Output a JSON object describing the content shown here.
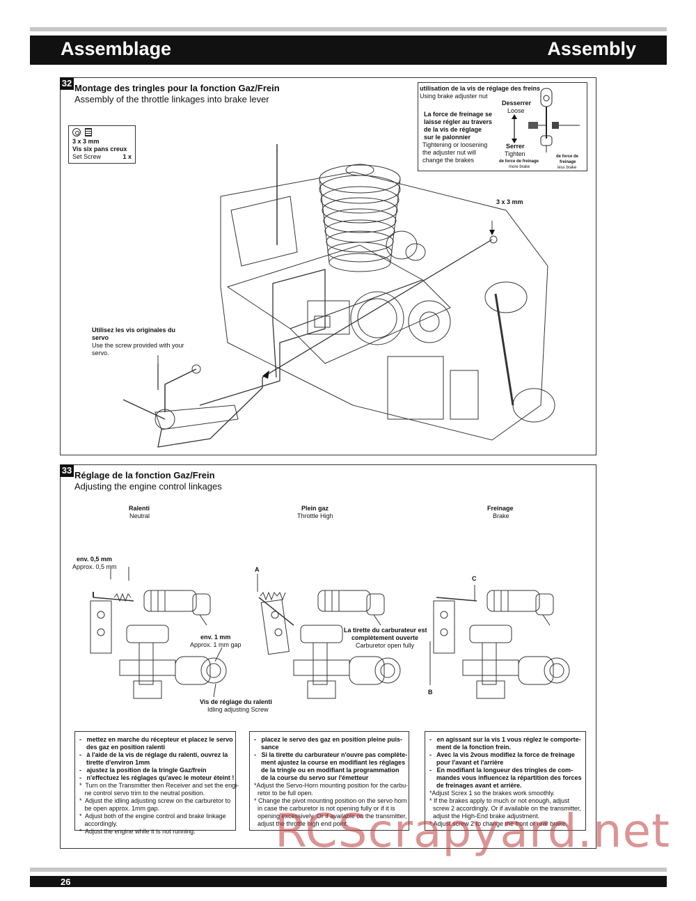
{
  "header": {
    "left_title": "Assemblage",
    "right_title": "Assembly"
  },
  "step32": {
    "number": "32",
    "title": "Montage des tringles pour la fonction Gaz/Frein",
    "subtitle": "Assembly of the throttle linkages into brake lever",
    "part": {
      "size": "3 x 3 mm",
      "name_fr": "Vis six pans creux",
      "name_en": "Set Screw",
      "qty": "1 x"
    },
    "inset": {
      "title_fr": "utilisation de la vis de réglage des freins",
      "title_en": "Using brake adjuster nut",
      "desc_fr_1": "La force de freinage se",
      "desc_fr_2": "laisse régler au travers",
      "desc_fr_3": "de la vis de réglage",
      "desc_fr_4": "sur le palonnier",
      "desc_en_1": "Tightening or loosening",
      "desc_en_2": "the adjuster nut will",
      "desc_en_3": "change the brakes",
      "loosen_fr": "Desserrer",
      "loosen_en": "Loose",
      "tighten_fr": "Serrer",
      "tighten_en": "Tighten",
      "more_fr": "de force de freinage",
      "more_en": "more brake",
      "less_fr_1": "de force de",
      "less_fr_2": "freinage",
      "less_en": "less brake"
    },
    "screw_label": "3 x 3 mm",
    "servo_note_fr_1": "Utilisez les vis originales du",
    "servo_note_fr_2": "servo",
    "servo_note_en_1": "Use the screw provided with your",
    "servo_note_en_2": "servo."
  },
  "step33": {
    "number": "33",
    "title": "Réglage de la fonction Gaz/Frein",
    "subtitle": "Adjusting the engine control linkages",
    "col1": {
      "fr": "Ralenti",
      "en": "Neutral"
    },
    "col2": {
      "fr": "Plein gaz",
      "en": "Throttle High"
    },
    "col3": {
      "fr": "Freinage",
      "en": "Brake"
    },
    "gap05_fr": "env. 0,5 mm",
    "gap05_en": "Approx. 0,5 mm",
    "gap1_fr": "env. 1 mm",
    "gap1_en": "Approx. 1 mm gap",
    "idle_fr": "Vis de réglage du ralenti",
    "idle_en": "Idling adjusting Screw",
    "open_fr_1": "La tirette du carburateur est",
    "open_fr_2": "complètement ouverte",
    "open_en": "Carburetor open fully",
    "label_a": "A",
    "label_b": "B",
    "label_c": "C",
    "note1": [
      {
        "b": true,
        "t": "-   mettez en marche du récepteur et placez le servo"
      },
      {
        "b": true,
        "t": "    des gaz en position ralenti"
      },
      {
        "b": true,
        "t": "-   à l'aide de la vis de réglage du ralenti, ouvrez la"
      },
      {
        "b": true,
        "t": "    tirette d'environ 1mm"
      },
      {
        "b": true,
        "t": "-   ajustez la position de la tringle Gaz/frein"
      },
      {
        "b": true,
        "t": "-   n'effectuez les réglages qu'avec le moteur éteint !"
      },
      {
        "b": false,
        "t": "*  Turn on the Transmitter then Receiver and set the engi-"
      },
      {
        "b": false,
        "t": "   ne control servo trim to the neutral position."
      },
      {
        "b": false,
        "t": "*  Adjust the idling adjusting screw on the carburetor to"
      },
      {
        "b": false,
        "t": "   be open approx. 1mm gap."
      },
      {
        "b": false,
        "t": "*  Adjust both of the engine control and brake linkage"
      },
      {
        "b": false,
        "t": "   accordingly."
      },
      {
        "b": false,
        "t": "*  Adjust the engine while it is not running."
      }
    ],
    "note2": [
      {
        "b": true,
        "t": "-   placez le servo des gaz en position pleine puis-"
      },
      {
        "b": true,
        "t": "    sance"
      },
      {
        "b": true,
        "t": "-   Si la tirette du carburateur n'ouvre pas complète-"
      },
      {
        "b": true,
        "t": "    ment ajustez la course en modifiant les réglages"
      },
      {
        "b": true,
        "t": "    de la tringle ou en modifiant la programmation"
      },
      {
        "b": true,
        "t": "    de la course du servo sur l'émetteur"
      },
      {
        "b": false,
        "t": "*Adjust the Servo-Horn mounting position for the carbu-"
      },
      {
        "b": false,
        "t": "  retor to be full open."
      },
      {
        "b": false,
        "t": "* Change the pivot mounting position on the servo horn"
      },
      {
        "b": false,
        "t": "  in case the carburetor is not opening fully or if it is"
      },
      {
        "b": false,
        "t": "  opening excessively. Or if available on the transmitter,"
      },
      {
        "b": false,
        "t": "  adjust the throttle high end point."
      }
    ],
    "note3": [
      {
        "b": true,
        "t": "-   en agissant sur la vis 1 vous réglez le comporte-"
      },
      {
        "b": true,
        "t": "    ment de la fonction frein."
      },
      {
        "b": true,
        "t": "-   Avec la vis 2vous modifiez la force de freinage"
      },
      {
        "b": true,
        "t": "    pour l'avant et l'arrière"
      },
      {
        "b": true,
        "t": "-   En modifiant la longueur des tringles de com-"
      },
      {
        "b": true,
        "t": "    mandes vous influencez la répartition des forces"
      },
      {
        "b": true,
        "t": "    de freinages avant et arrière."
      },
      {
        "b": false,
        "t": "*Adjust Screx 1 so the brakes work smoothly."
      },
      {
        "b": false,
        "t": "* If the brakes apply to much or not enough, adjust"
      },
      {
        "b": false,
        "t": "  screw 2 accordingly. Or if available on the transmitter,"
      },
      {
        "b": false,
        "t": "  adjust the High-End brake adjustment."
      },
      {
        "b": false,
        "t": "* Adjust screw 2 to change the front or rear brake."
      }
    ]
  },
  "footer": {
    "page": "26"
  },
  "watermark": "RCScrapyard.net"
}
